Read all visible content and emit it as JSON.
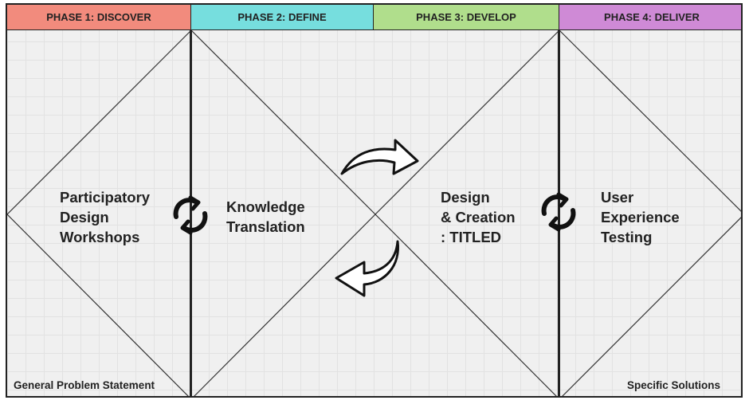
{
  "phases": [
    {
      "label": "PHASE 1: DISCOVER",
      "color": "#f28b7d"
    },
    {
      "label": "PHASE 2: DEFINE",
      "color": "#76dede"
    },
    {
      "label": "PHASE 3: DEVELOP",
      "color": "#b0de8c"
    },
    {
      "label": "PHASE 4: DELIVER",
      "color": "#cf8ad6"
    }
  ],
  "stages": {
    "workshops": {
      "line1": "Participatory",
      "line2": "Design",
      "line3": "Workshops"
    },
    "translation": {
      "line1": "Knowledge",
      "line2": "Translation"
    },
    "creation": {
      "line1": "Design",
      "line2": "& Creation",
      "line3": ": TITLED"
    },
    "testing": {
      "line1": "User",
      "line2": "Experience",
      "line3": "Testing"
    }
  },
  "footer": {
    "left": "General Problem Statement",
    "right": "Specific Solutions"
  },
  "icons": {
    "cycle": "refresh-cycle-icon",
    "forward": "curved-forward-arrow-icon",
    "back": "curved-back-arrow-icon"
  }
}
